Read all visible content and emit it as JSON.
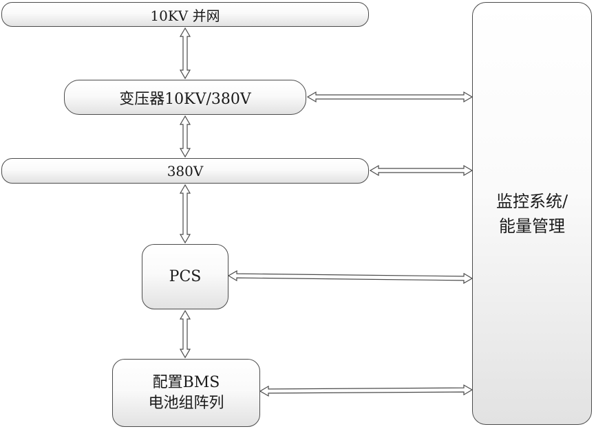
{
  "nodes": {
    "grid": {
      "label": "10KV 并网"
    },
    "transformer": {
      "label": "变压器10KV/380V"
    },
    "bus380": {
      "label": "380V"
    },
    "pcs": {
      "label": "PCS"
    },
    "battery": {
      "line1": "配置BMS",
      "line2": "电池组阵列"
    },
    "monitor": {
      "line1": "监控系统/",
      "line2": "能量管理"
    }
  },
  "colors": {
    "stroke": "#4a4a4a",
    "fill_top": "#ffffff",
    "fill_bottom": "#e2e2e2",
    "text": "#1a1a1a"
  }
}
